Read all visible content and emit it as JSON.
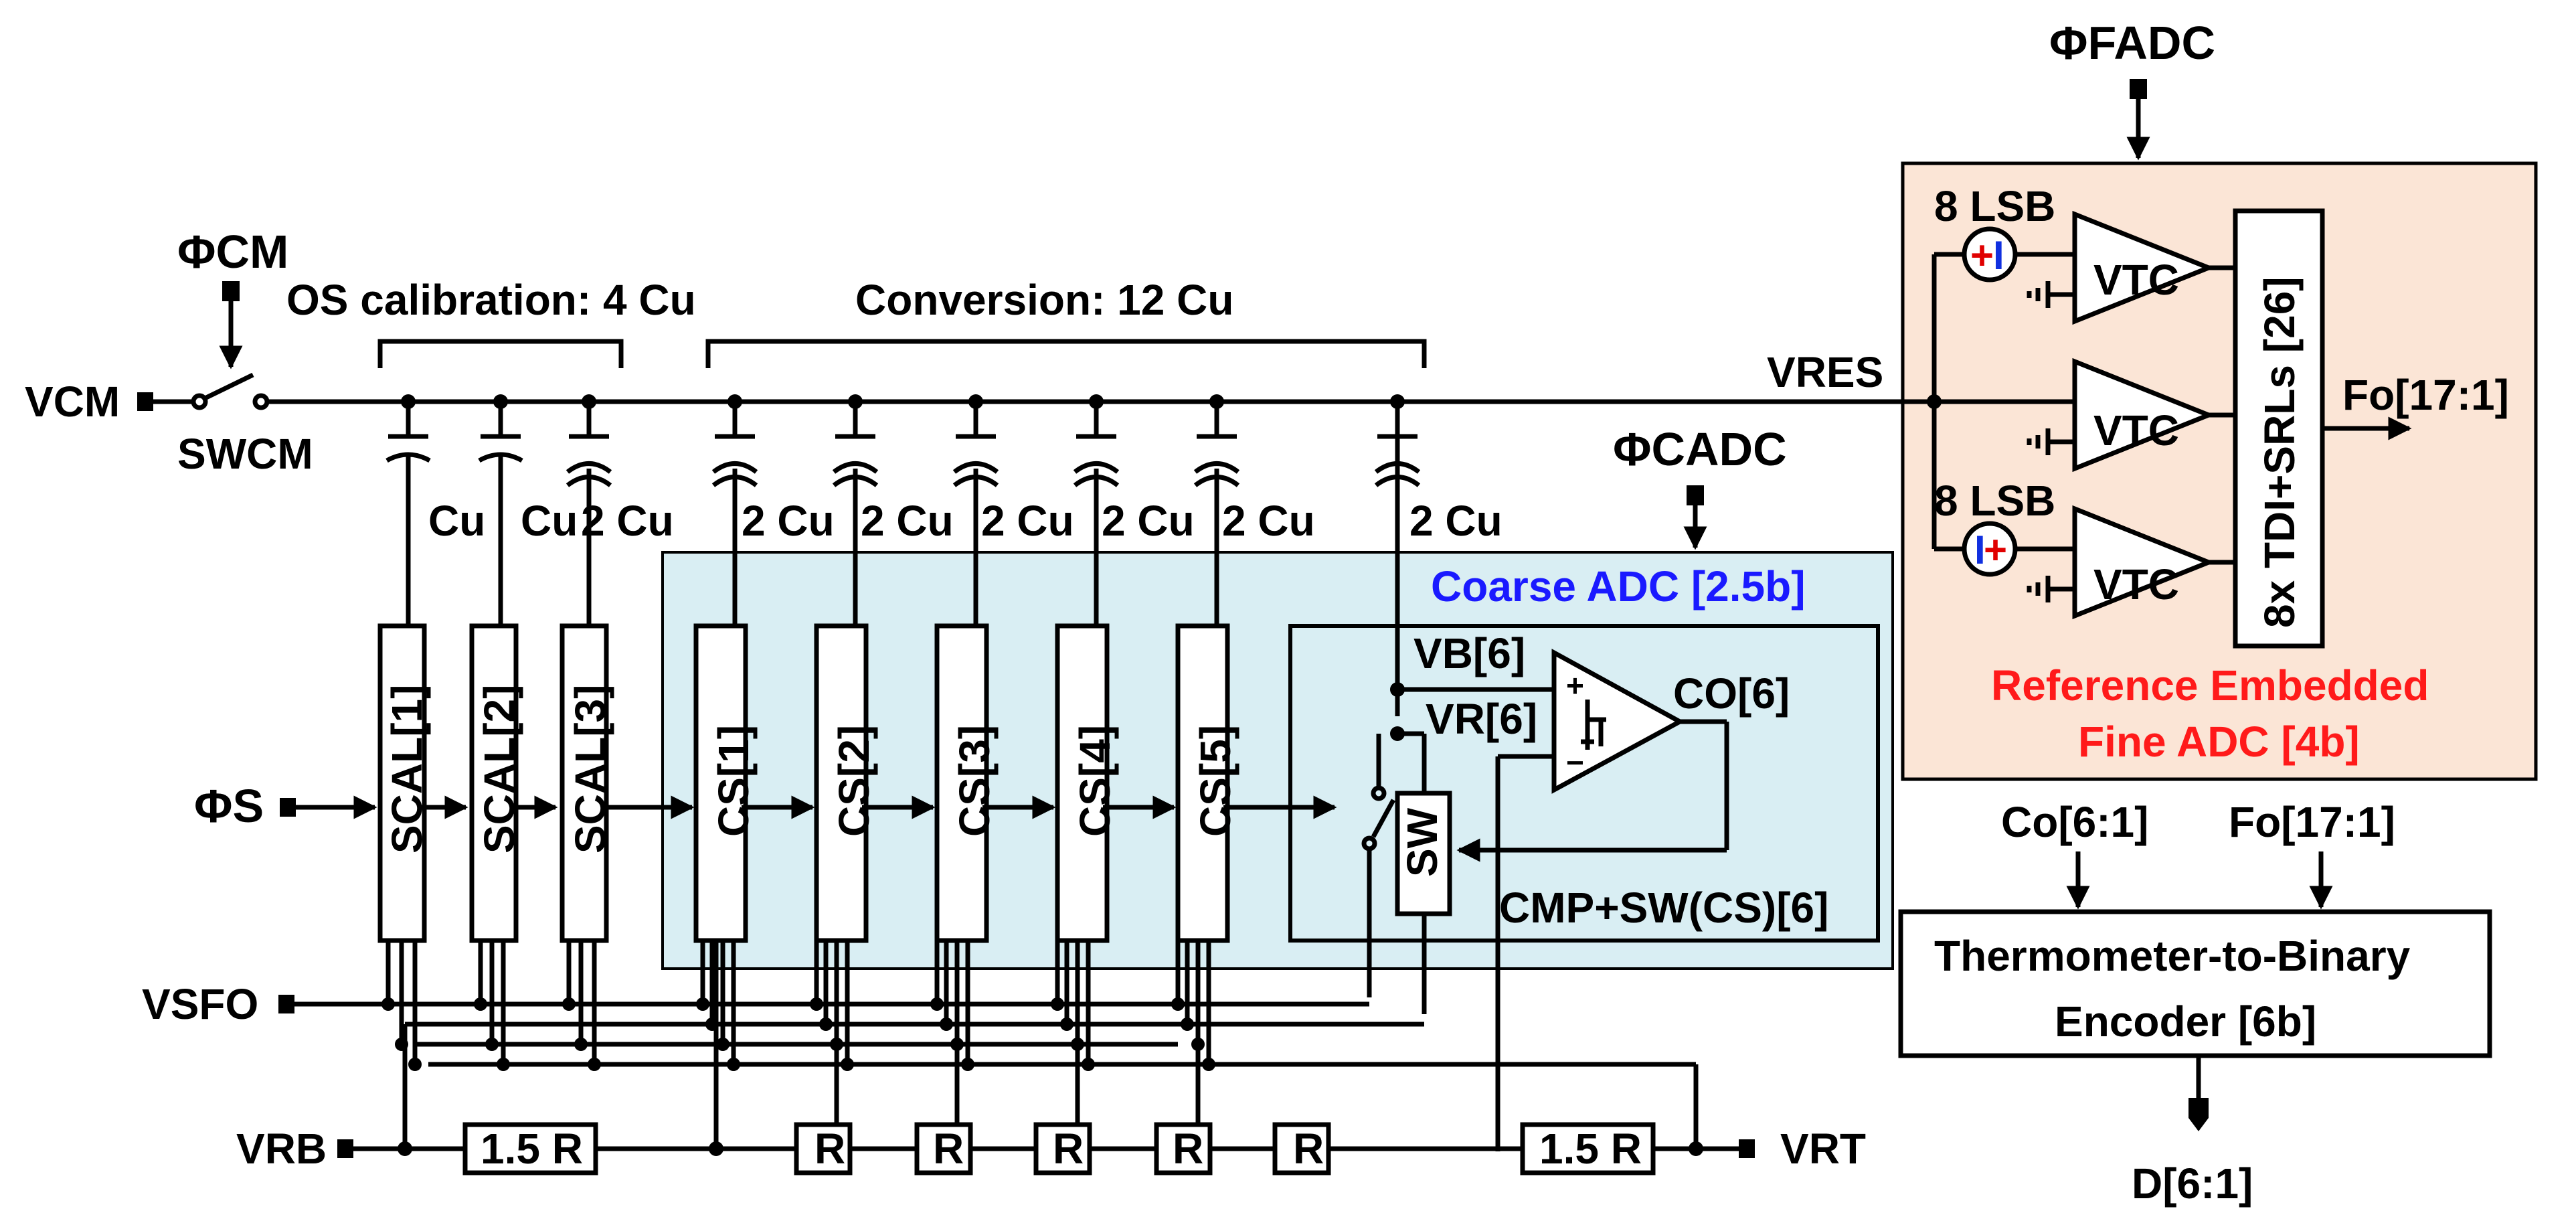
{
  "colors": {
    "coarse_bg": "#d9eef3",
    "fine_bg": "#fbe5d6",
    "coarse_title": "#1a1aff",
    "fine_title": "#ff1a1a",
    "plus": "#e00000",
    "minus": "#1030e0"
  },
  "labels": {
    "phi_fadc": "ΦFADC",
    "phi_cm": "ΦCM",
    "phi_cadc": "ΦCADC",
    "phi_s": "ΦS",
    "os_cal": "OS calibration: 4 Cu",
    "conversion": "Conversion: 12 Cu",
    "vcm": "VCM",
    "swcm": "SWCM",
    "vres": "VRES",
    "vsfo": "VSFO",
    "vrb": "VRB",
    "vrt": "VRT",
    "cu1": "Cu",
    "cu2": "Cu",
    "cu3": "2 Cu",
    "cu4": "2 Cu",
    "cu5": "2 Cu",
    "cu6": "2 Cu",
    "cu7": "2 Cu",
    "cu8": "2 Cu",
    "cu9": "2 Cu",
    "scal1": "SCAL[1]",
    "scal2": "SCAL[2]",
    "scal3": "SCAL[3]",
    "cs1": "CS[1]",
    "cs2": "CS[2]",
    "cs3": "CS[3]",
    "cs4": "CS[4]",
    "cs5": "CS[5]",
    "coarse_title": "Coarse ADC [2.5b]",
    "vb": "VB[6]",
    "vr": "VR[6]",
    "co6": "CO[6]",
    "sw": "SW",
    "cmp_sw": "CMP+SW(CS)[6]",
    "lsb1": "8 LSB",
    "lsb2": "8 LSB",
    "vtc1": "VTC",
    "vtc2": "VTC",
    "vtc3": "VTC",
    "tdi": "8x TDI+SRLs [26]",
    "fo_out": "Fo[17:1]",
    "fine_title1": "Reference Embedded",
    "fine_title2": "Fine ADC [4b]",
    "co_in": "Co[6:1]",
    "fo_in": "Fo[17:1]",
    "enc1": "Thermometer-to-Binary",
    "enc2": "Encoder [6b]",
    "dout": "D[6:1]",
    "r15a": "1.5 R",
    "r1": "R",
    "r2": "R",
    "r3": "R",
    "r4": "R",
    "r5": "R",
    "r15b": "1.5 R"
  }
}
